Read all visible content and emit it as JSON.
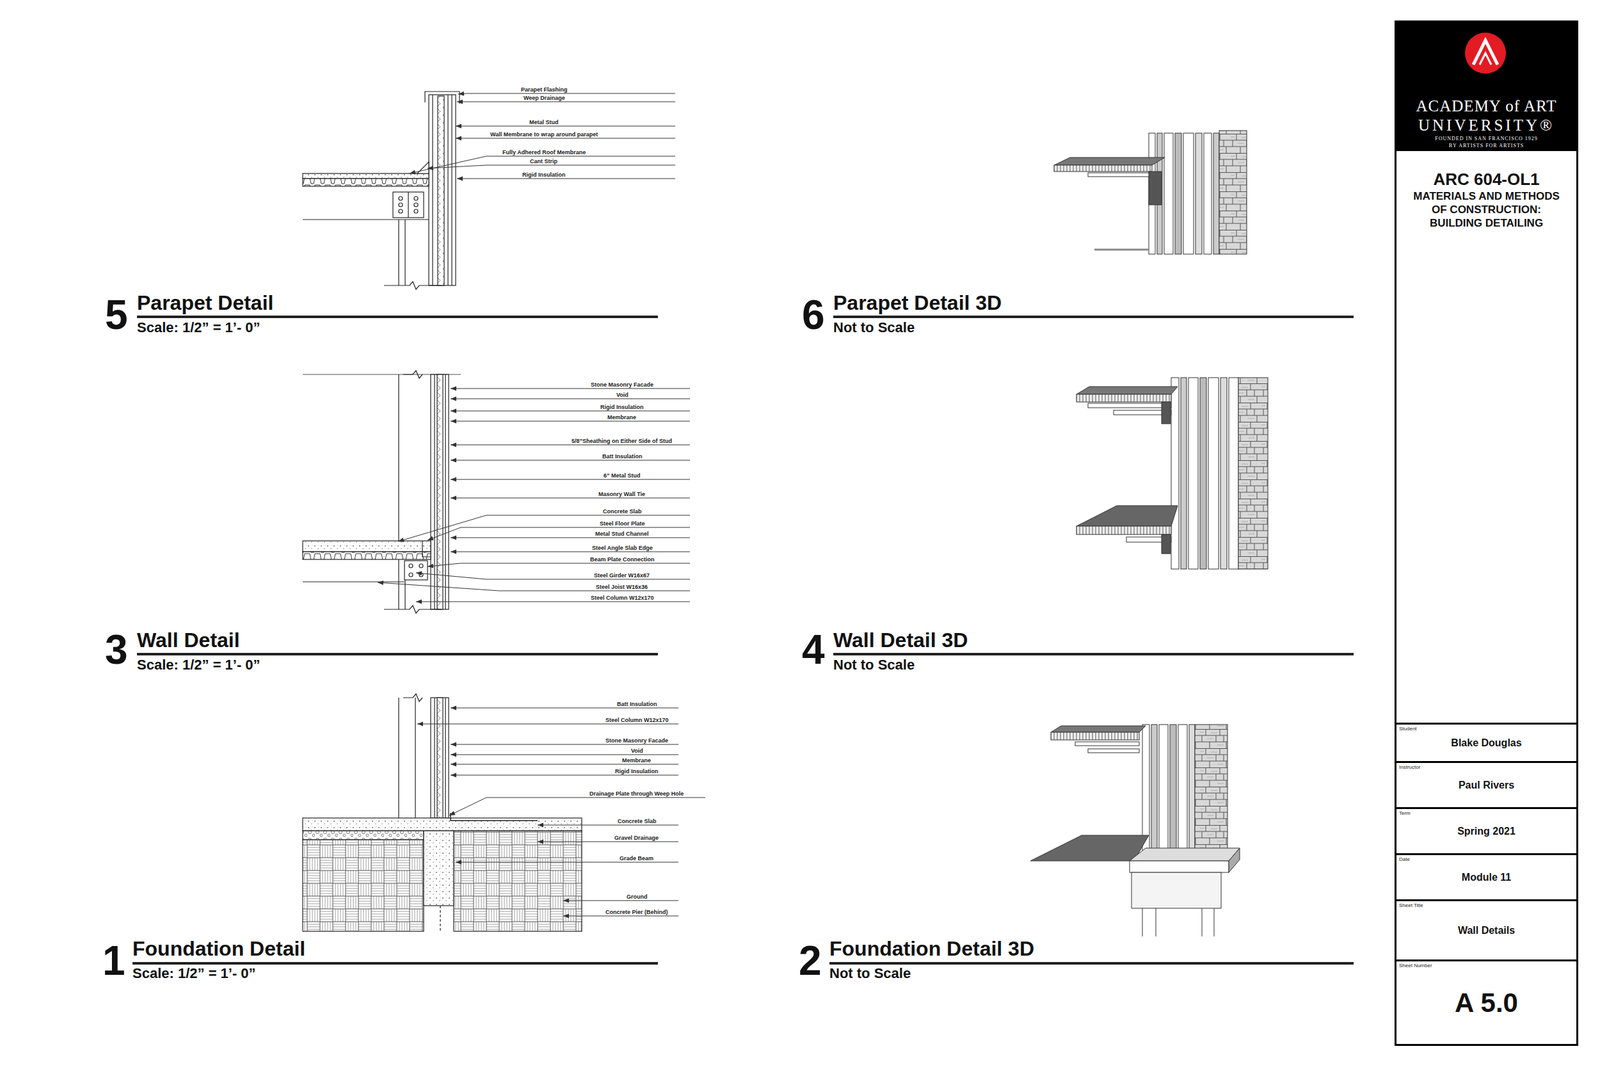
{
  "diagram": {
    "nodes": [
      {
        "text": [
          "ACADEMY of ART",
          "UNIVERSITY®",
          "FOUNDED IN SAN FRANCISCO 1929",
          "BY ARTISTS FOR ARTISTS"
        ]
      },
      {
        "text": [
          "ARC 604-OL1",
          "MATERIALS AND METHODS OF CONSTRUCTION: BUILDING DETAILING"
        ]
      },
      {
        "text": [
          "Student",
          "Blake Douglas"
        ]
      },
      {
        "text": [
          "Instructor",
          "Paul Rivers"
        ]
      },
      {
        "text": [
          "Term",
          "Spring 2021"
        ]
      },
      {
        "text": [
          "Date",
          "Module 11"
        ]
      },
      {
        "text": [
          "Sheet Title",
          "Wall Details"
        ]
      },
      {
        "text": [
          "Sheet Number",
          "A 5.0"
        ]
      }
    ],
    "labels": [
      "5",
      "Parapet Detail",
      "Scale: 1/2” = 1’- 0”",
      "6",
      "Parapet Detail 3D",
      "Not to Scale",
      "3",
      "Wall Detail",
      "Scale: 1/2” = 1’- 0”",
      "4",
      "Wall Detail 3D",
      "Not to Scale",
      "1",
      "Foundation Detail",
      "Scale: 1/2” = 1’- 0”",
      "2",
      "Foundation Detail 3D",
      "Not to Scale",
      "Parapet Flashing",
      "Weep Drainage",
      "Metal Stud",
      "Wall Membrane to wrap around parapet",
      "Fully Adhered Roof Membrane",
      "Cant Strip",
      "Rigid Insulation",
      "Stone Masonry Facade",
      "Void",
      "Rigid Insulation",
      "Membrane",
      "5/8”Sheathing on Either Side of Stud",
      "Batt Insulation",
      "6” Metal Stud",
      "Masonry Wall Tie",
      "Concrete Slab",
      "Steel Floor Plate",
      "Metal Stud Channel",
      "Steel Angle Slab Edge",
      "Beam Plate Connection",
      "Steel Girder W16x67",
      "Steel Joist W16x36",
      "Steel Column W12x170",
      "Batt Insulation",
      "Steel Column W12x170",
      "Stone Masonry Facade",
      "Void",
      "Membrane",
      "Rigid Insulation",
      "Drainage Plate through Weep Hole",
      "Concrete Slab",
      "Gravel Drainage",
      "Grade Beam",
      "Ground",
      "Concrete Pier (Behind)"
    ]
  }
}
